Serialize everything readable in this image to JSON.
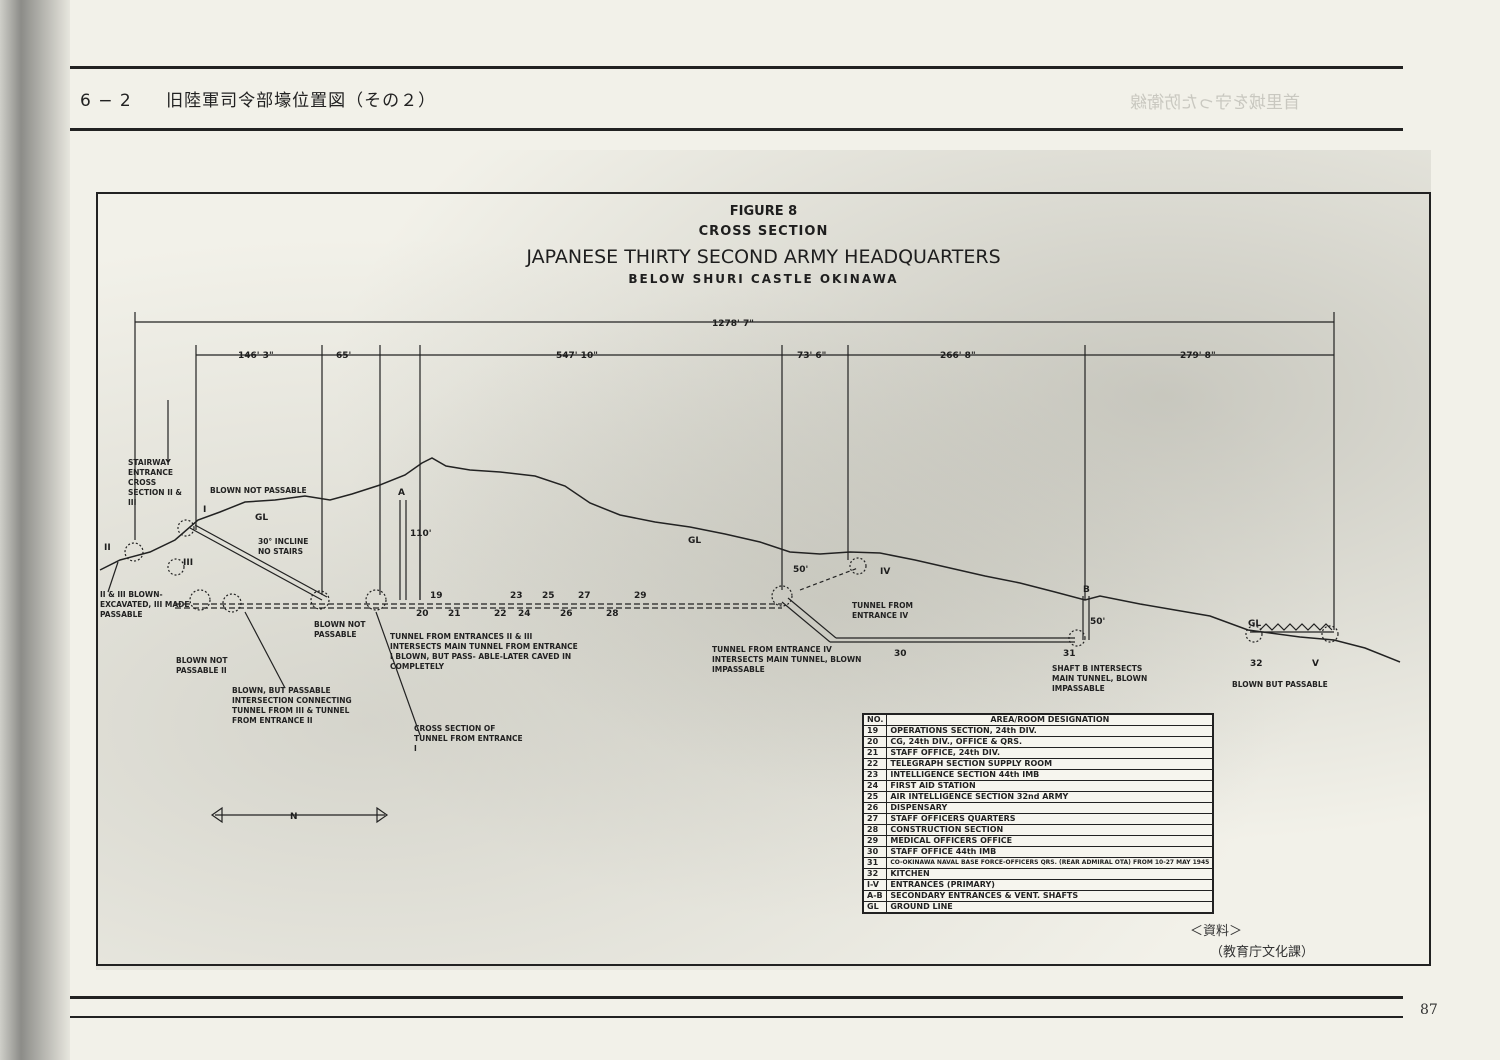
{
  "header": {
    "number": "6 − 2",
    "title": "旧陸軍司令部壕位置図（その２）",
    "ghost": "首里城を守った防衛線"
  },
  "figure": {
    "label": "FIGURE 8",
    "subtitle": "CROSS SECTION",
    "title": "JAPANESE THIRTY SECOND ARMY HEADQUARTERS",
    "location": "BELOW SHURI CASTLE OKINAWA",
    "total_length": "1278' 7\"",
    "segments": [
      "146' 3\"",
      "65'",
      "547' 10\"",
      "73' 6\"",
      "266' 8\"",
      "279' 8\""
    ],
    "depths": [
      "110'",
      "50'",
      "50'"
    ],
    "north": "N",
    "room_numbers": [
      "19",
      "20",
      "21",
      "22",
      "23",
      "24",
      "25",
      "26",
      "27",
      "28",
      "29",
      "30",
      "31",
      "32"
    ],
    "entrance_numerals": [
      "I",
      "II",
      "III",
      "IV",
      "V"
    ],
    "markers": [
      "A",
      "B",
      "GL",
      "GL",
      "GL"
    ],
    "notes": {
      "stairway": "STAIRWAY ENTRANCE CROSS SECTION II & III",
      "blown_not_passable_top": "BLOWN NOT PASSABLE",
      "incline": "30° INCLINE NO STAIRS",
      "ii_iii_blown": "II & III BLOWN- EXCAVATED, III MADE PASSABLE",
      "blown_not_passable_ii": "BLOWN NOT PASSABLE II",
      "blown_but_passable": "BLOWN, BUT PASSABLE INTERSECTION CONNECTING TUNNEL FROM III & TUNNEL FROM ENTRANCE II",
      "blown_not_passable_mid": "BLOWN NOT PASSABLE",
      "tunnel_entrances": "TUNNEL FROM ENTRANCES II & III INTERSECTS MAIN TUNNEL FROM ENTRANCE I BLOWN, BUT PASS- ABLE-LATER CAVED IN COMPLETELY",
      "cross_section": "CROSS SECTION OF TUNNEL FROM ENTRANCE I",
      "tunnel_from_iv": "TUNNEL FROM ENTRANCE IV",
      "tunnel_iv_intersects": "TUNNEL FROM ENTRANCE IV INTERSECTS MAIN TUNNEL, BLOWN IMPASSABLE",
      "shaft_b": "SHAFT B INTERSECTS MAIN TUNNEL, BLOWN IMPASSABLE",
      "blown_but_passable_v": "BLOWN BUT PASSABLE"
    },
    "legend": {
      "header": [
        "NO.",
        "AREA/ROOM DESIGNATION"
      ],
      "rows": [
        [
          "19",
          "OPERATIONS SECTION, 24th DIV."
        ],
        [
          "20",
          "CG, 24th DIV., OFFICE & QRS."
        ],
        [
          "21",
          "STAFF OFFICE, 24th DIV."
        ],
        [
          "22",
          "TELEGRAPH SECTION SUPPLY ROOM"
        ],
        [
          "23",
          "INTELLIGENCE SECTION 44th IMB"
        ],
        [
          "24",
          "FIRST AID STATION"
        ],
        [
          "25",
          "AIR INTELLIGENCE SECTION 32nd ARMY"
        ],
        [
          "26",
          "DISPENSARY"
        ],
        [
          "27",
          "STAFF OFFICERS QUARTERS"
        ],
        [
          "28",
          "CONSTRUCTION SECTION"
        ],
        [
          "29",
          "MEDICAL OFFICERS OFFICE"
        ],
        [
          "30",
          "STAFF OFFICE 44th IMB"
        ],
        [
          "31",
          "CO-OKINAWA NAVAL BASE FORCE-OFFICERS QRS. (REAR ADMIRAL OTA) FROM 10-27 MAY 1945"
        ],
        [
          "32",
          "KITCHEN"
        ],
        [
          "I-V",
          "ENTRANCES (PRIMARY)"
        ],
        [
          "A-B",
          "SECONDARY ENTRANCES & VENT. SHAFTS"
        ],
        [
          "GL",
          "GROUND LINE"
        ]
      ]
    }
  },
  "source": {
    "label": "＜資料＞",
    "name": "（教育庁文化課）"
  },
  "page_number": "87"
}
